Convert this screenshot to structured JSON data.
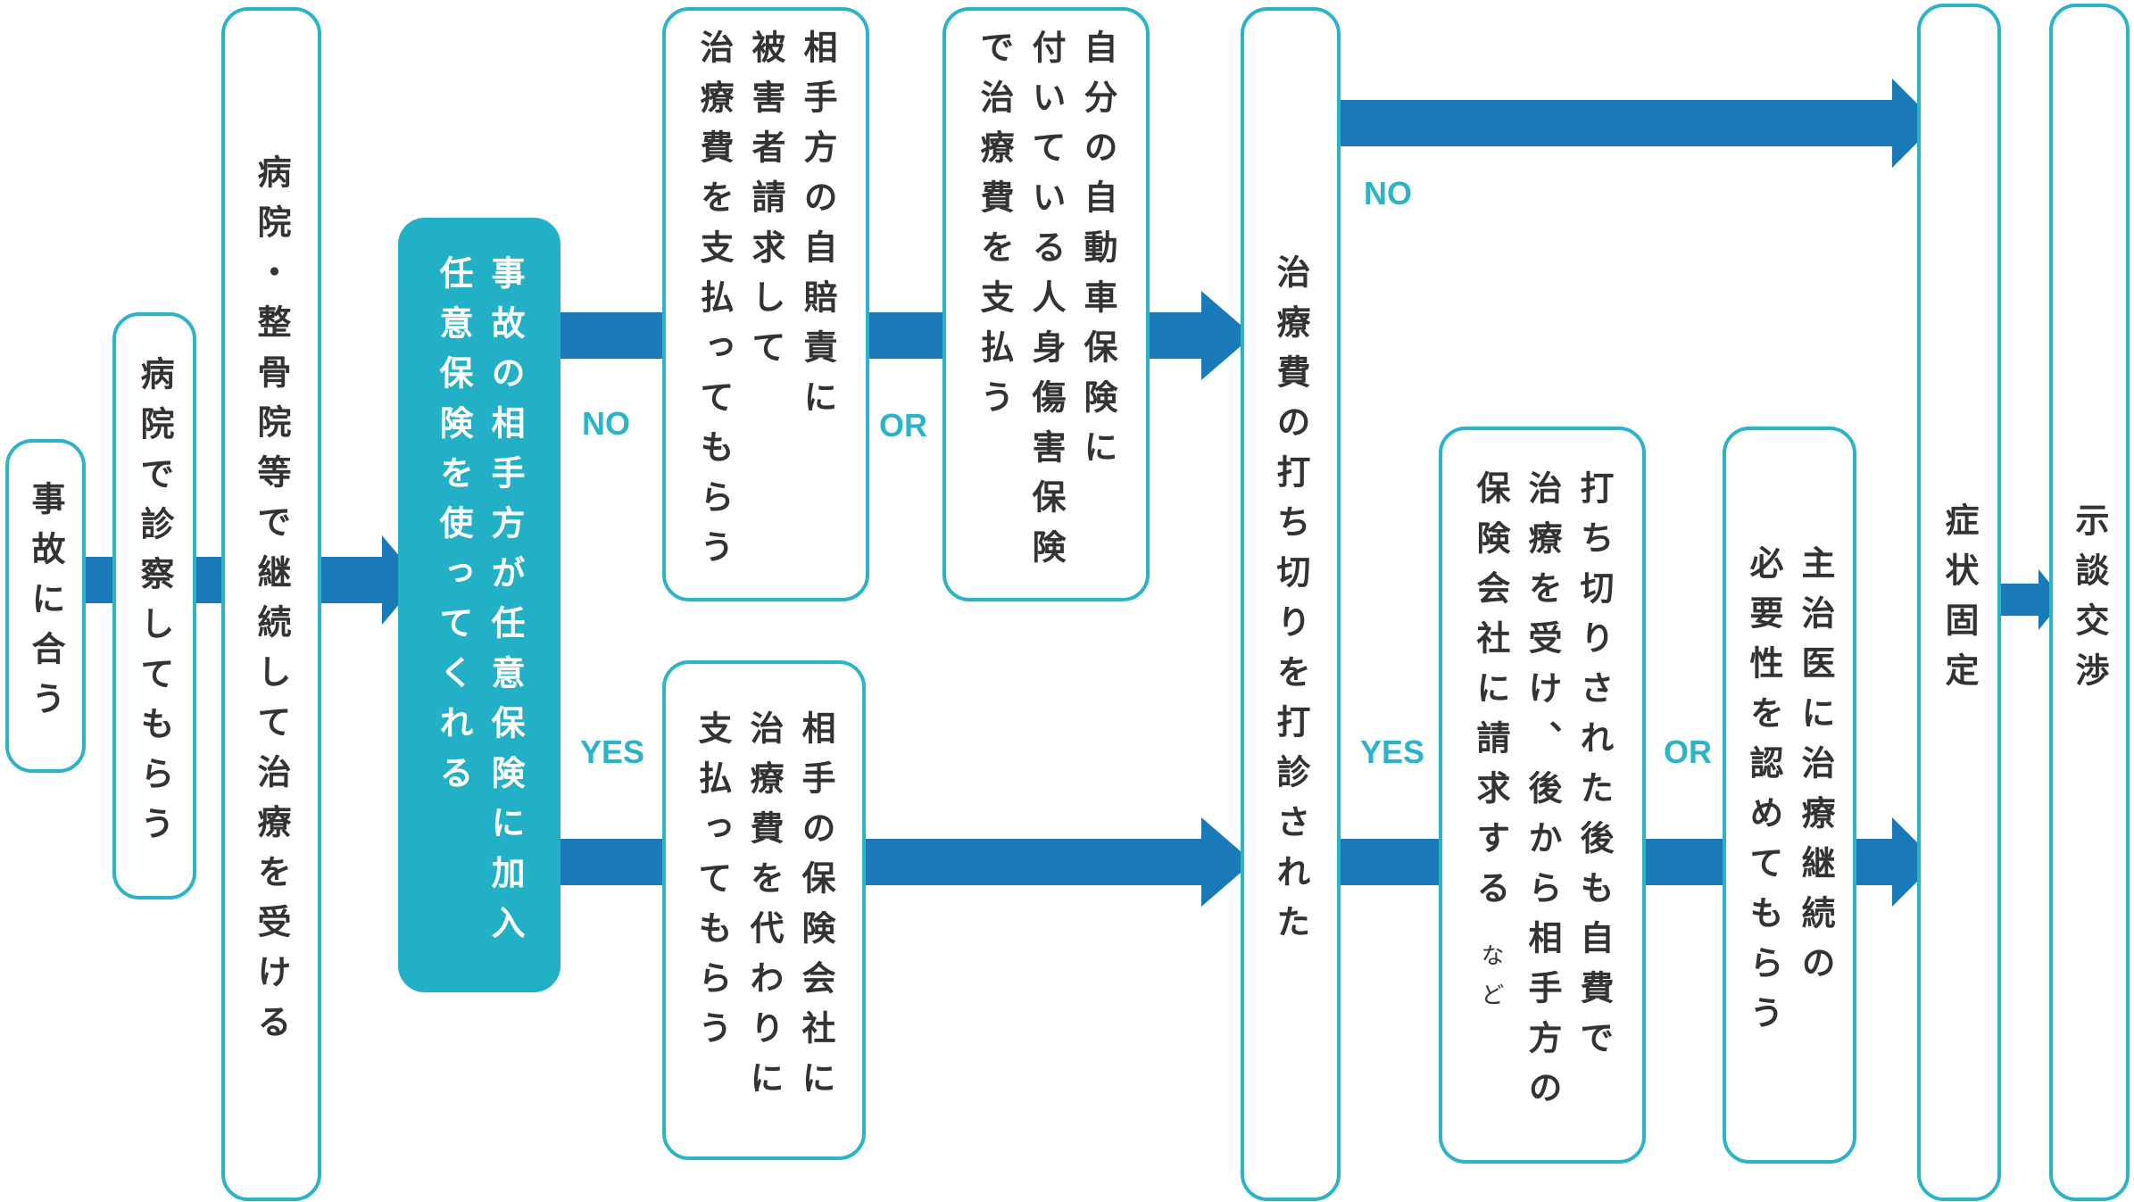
{
  "colors": {
    "arrow": "#1a7ab8",
    "border": "#2bb3c8",
    "filled": "#22b0c6",
    "text": "#333333"
  },
  "nodes": {
    "accident": "事故に合う",
    "hospital_exam": "病院で診察してもらう",
    "continue_treatment": "病院・整骨院等で継続して治療を受ける",
    "opponent_insured": [
      "事故の相手方が任意保険に加入",
      "任意保険を使ってくれる"
    ],
    "opponent_jibaiseki": [
      "相手方の自賠責に",
      "被害者請求して",
      "治療費を支払ってもらう"
    ],
    "own_insurance": [
      "自分の自動車保険に",
      "付いている人身傷害保険",
      "で治療費を支払う"
    ],
    "opponent_insurer_pays": [
      "相手の保険会社に",
      "治療費を代わりに",
      "支払ってもらう"
    ],
    "treatment_cutoff": "治療費の打ち切りを打診された",
    "self_pay": [
      "打ち切りされた後も自費で",
      "治療を受け、後から相手方の",
      "保険会社に請求する"
    ],
    "self_pay_suffix": "など",
    "doctor_necessity": [
      "主治医に治療継続の",
      "必要性を認めてもらう"
    ],
    "symptom_fixed": "症状固定",
    "settlement": "示談交渉"
  },
  "labels": {
    "no_1": "NO",
    "yes_1": "YES",
    "or_1": "OR",
    "no_2": "NO",
    "yes_2": "YES",
    "or_2": "OR"
  }
}
